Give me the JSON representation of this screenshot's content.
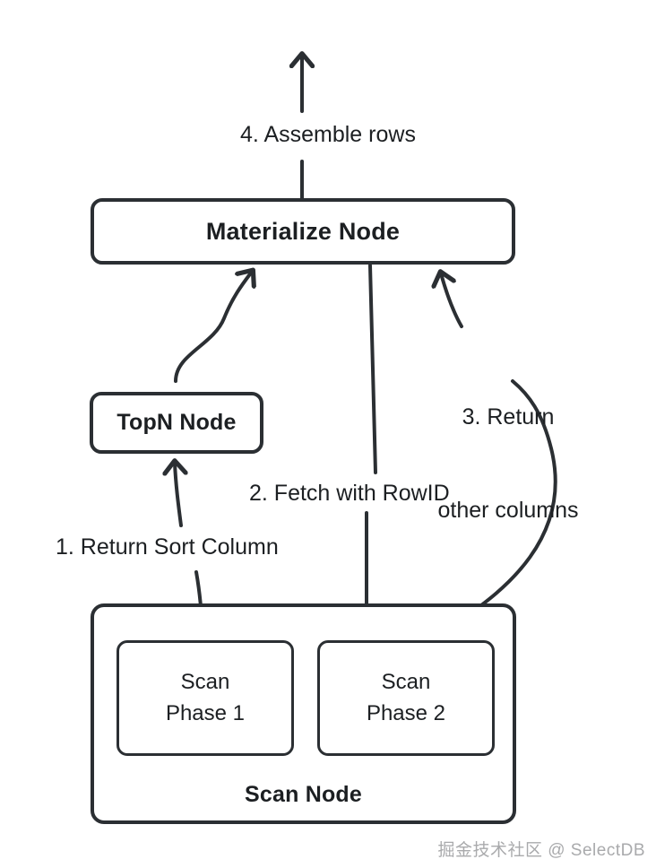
{
  "diagram": {
    "title": "TopN two-phase scan with row materialization",
    "background_color": "#ffffff",
    "stroke_color": "#2b2f33",
    "text_color": "#1c1f22",
    "nodes": {
      "materialize": {
        "label": "Materialize Node"
      },
      "topn": {
        "label": "TopN Node"
      },
      "scan": {
        "label": "Scan Node",
        "phases": [
          {
            "line1": "Scan",
            "line2": "Phase 1"
          },
          {
            "line1": "Scan",
            "line2": "Phase 2"
          }
        ]
      }
    },
    "edges": [
      {
        "id": "step-1",
        "label": "1. Return Sort Column",
        "from": "Scan Phase 1",
        "to": "TopN Node"
      },
      {
        "id": "step-2",
        "label": "2. Fetch with RowID",
        "from": "Materialize Node",
        "to": "Scan Phase 2"
      },
      {
        "id": "step-3",
        "label_line1": "3. Return",
        "label_line2": "other columns",
        "from": "Scan Node",
        "to": "Materialize Node"
      },
      {
        "id": "step-4",
        "label": "4. Assemble rows",
        "from": "Materialize Node",
        "to": "output"
      }
    ]
  },
  "watermark": {
    "text": "掘金技术社区 @ SelectDB"
  }
}
